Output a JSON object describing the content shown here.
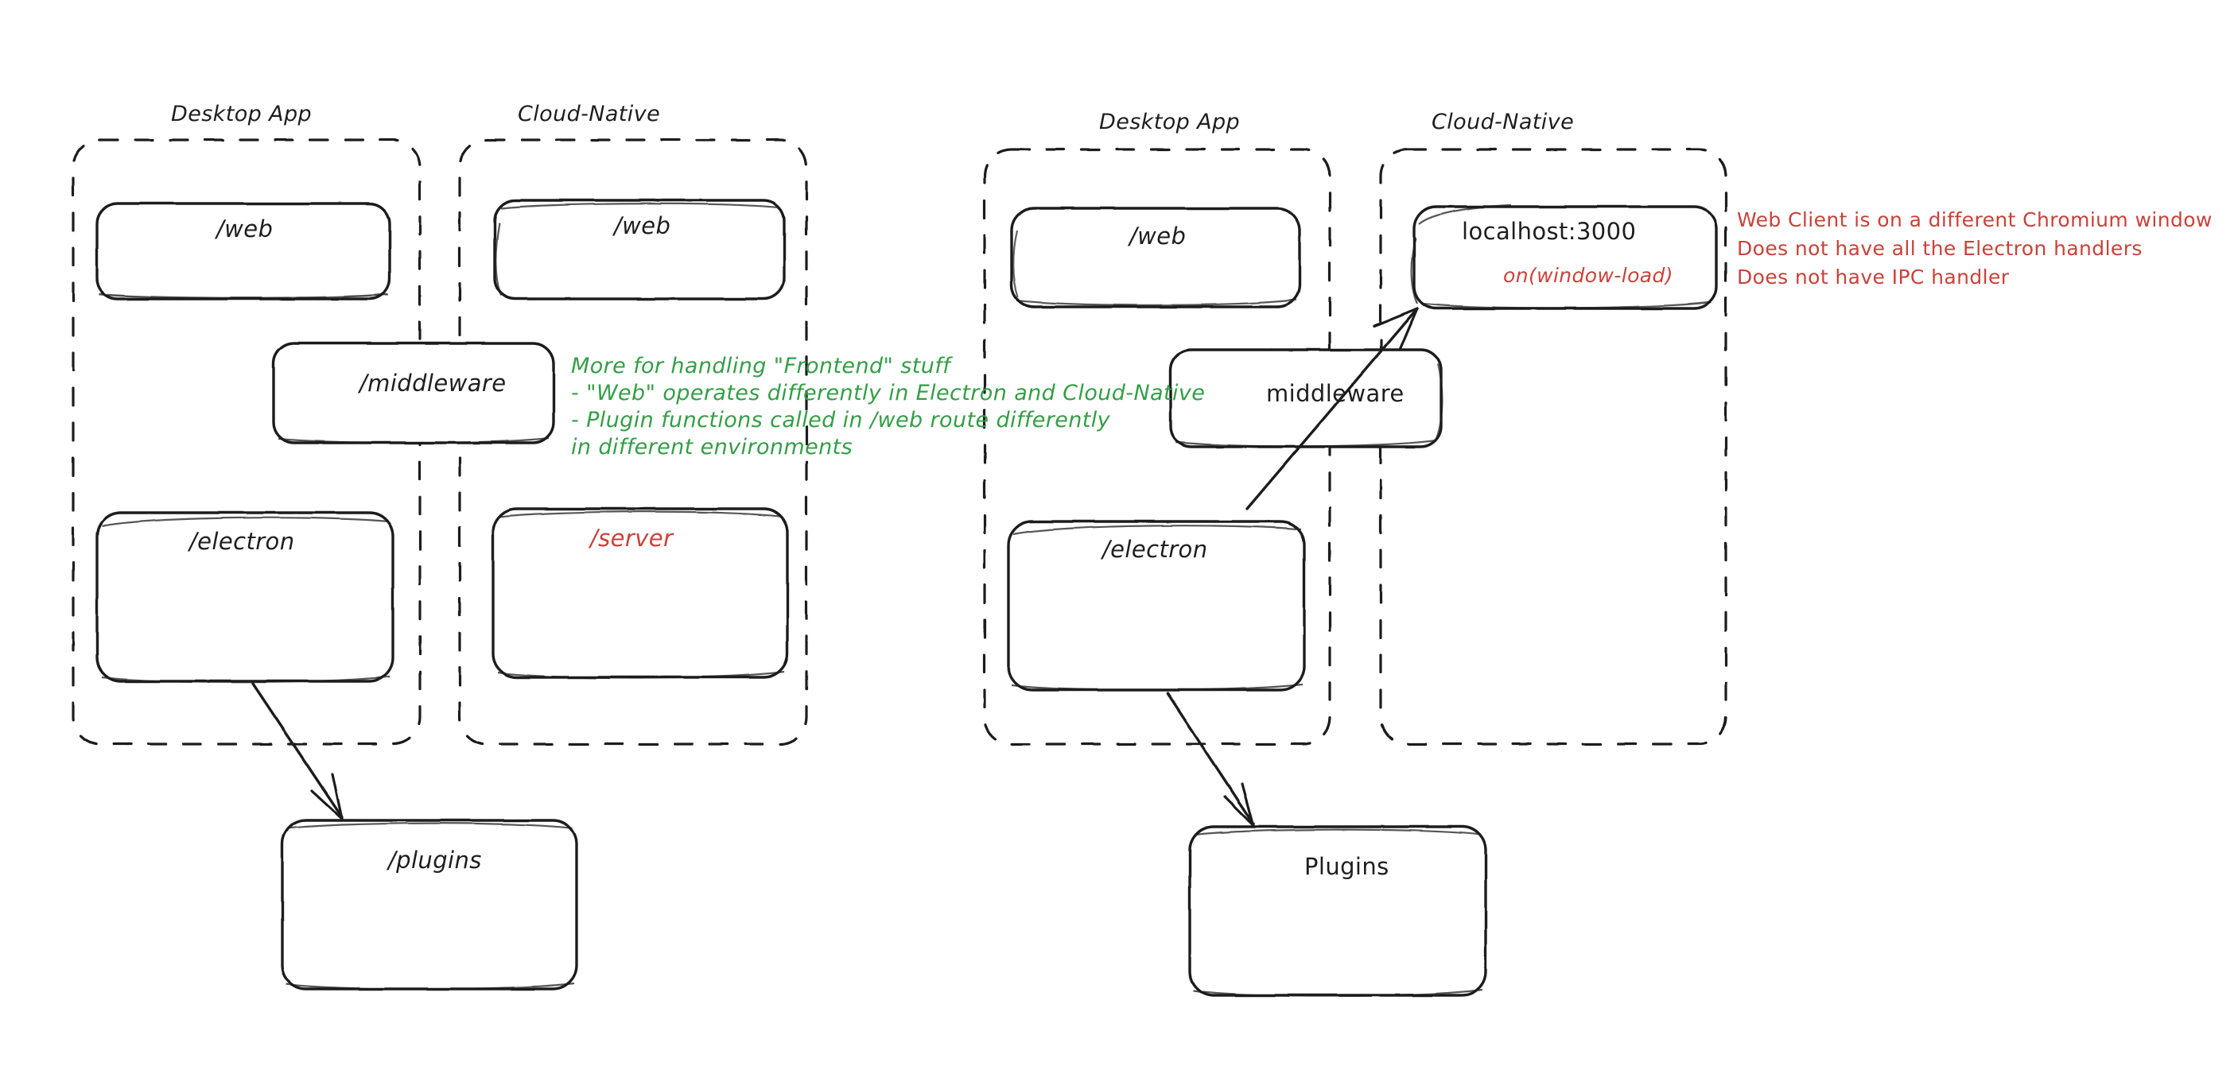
{
  "diagram": {
    "title": "Electron Desktop App vs Cloud-Native architecture comparison",
    "colors": {
      "stroke": "#1e1e1e",
      "green": "#349e46",
      "red": "#c9423a",
      "background": "#ffffff"
    },
    "left_diagram": {
      "groups": [
        {
          "id": "left-desktop-app",
          "label": "Desktop App"
        },
        {
          "id": "left-cloud-native",
          "label": "Cloud-Native"
        }
      ],
      "nodes": [
        {
          "id": "left-desktop-web",
          "label": "/web",
          "color": "#1e1e1e"
        },
        {
          "id": "left-cloud-web",
          "label": "/web",
          "color": "#1e1e1e"
        },
        {
          "id": "left-middleware",
          "label": "/middleware",
          "color": "#1e1e1e"
        },
        {
          "id": "left-electron",
          "label": "/electron",
          "color": "#1e1e1e"
        },
        {
          "id": "left-server",
          "label": "/server",
          "color": "#c9423a"
        },
        {
          "id": "left-plugins",
          "label": "/plugins",
          "color": "#1e1e1e"
        }
      ],
      "annotation_green": [
        "More for handling \"Frontend\" stuff",
        "- \"Web\" operates differently in Electron and Cloud-Native",
        "- Plugin functions called in /web route differently",
        "in different environments"
      ],
      "edges": [
        {
          "from": "left-electron",
          "to": "left-plugins",
          "style": "solid-arrow"
        }
      ]
    },
    "right_diagram": {
      "groups": [
        {
          "id": "right-desktop-app",
          "label": "Desktop App"
        },
        {
          "id": "right-cloud-native",
          "label": "Cloud-Native"
        }
      ],
      "nodes": [
        {
          "id": "right-desktop-web",
          "label": "/web",
          "color": "#1e1e1e"
        },
        {
          "id": "right-localhost",
          "label": "localhost:3000",
          "sublabel": "on(window-load)",
          "color": "#1e1e1e",
          "sublabel_color": "#c9423a"
        },
        {
          "id": "right-middleware",
          "label": "middleware",
          "color": "#1e1e1e"
        },
        {
          "id": "right-electron",
          "label": "/electron",
          "color": "#1e1e1e"
        },
        {
          "id": "right-plugins",
          "label": "Plugins",
          "color": "#1e1e1e"
        }
      ],
      "annotation_red": [
        "Web Client is on a different Chromium window",
        "Does not have all the Electron handlers",
        "Does not have IPC handler"
      ],
      "edges": [
        {
          "from": "right-electron",
          "to": "right-localhost",
          "style": "solid-arrow"
        },
        {
          "from": "right-electron",
          "to": "right-plugins",
          "style": "solid-arrow"
        }
      ]
    }
  }
}
